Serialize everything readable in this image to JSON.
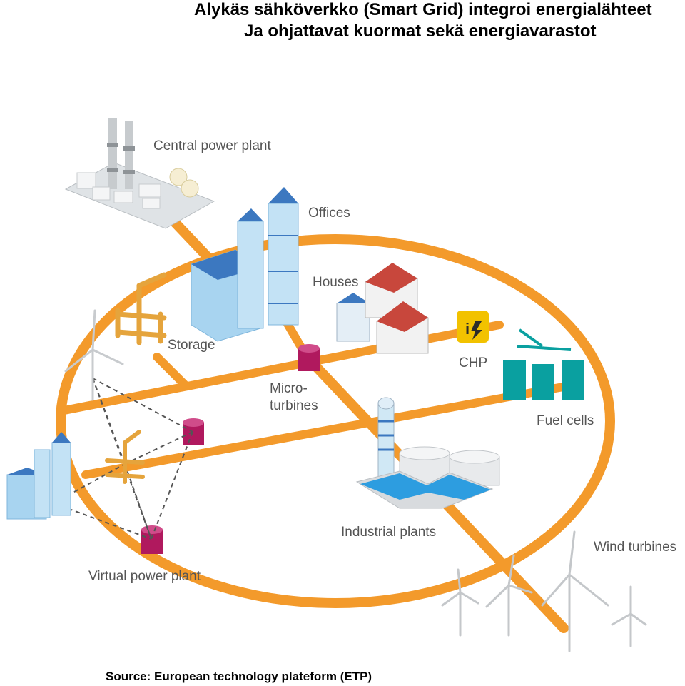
{
  "header": {
    "title_line1": "Alykäs sähköverkko (Smart Grid) integroi energialähteet",
    "title_line2": "Ja ohjattavat kuormat sekä energiavarastot"
  },
  "labels": {
    "central_power_plant": "Central power plant",
    "offices": "Offices",
    "houses": "Houses",
    "storage": "Storage",
    "chp": "CHP",
    "micro_line1": "Micro-",
    "micro_line2": "turbines",
    "fuel_cells": "Fuel cells",
    "industrial_plants": "Industrial plants",
    "wind_turbines": "Wind turbines",
    "virtual_power_plant": "Virtual power plant"
  },
  "footer": {
    "source": "Source: European technology plateform (ETP)"
  },
  "colors": {
    "grid_line": "#f39a2b",
    "building_blue": "#a8d4f0",
    "solar_panel": "#3c78c0",
    "microturbine": "#b0195e",
    "fuel_cell": "#0aa0a0",
    "chp": "#f2c200",
    "storage": "#e5a43c"
  }
}
